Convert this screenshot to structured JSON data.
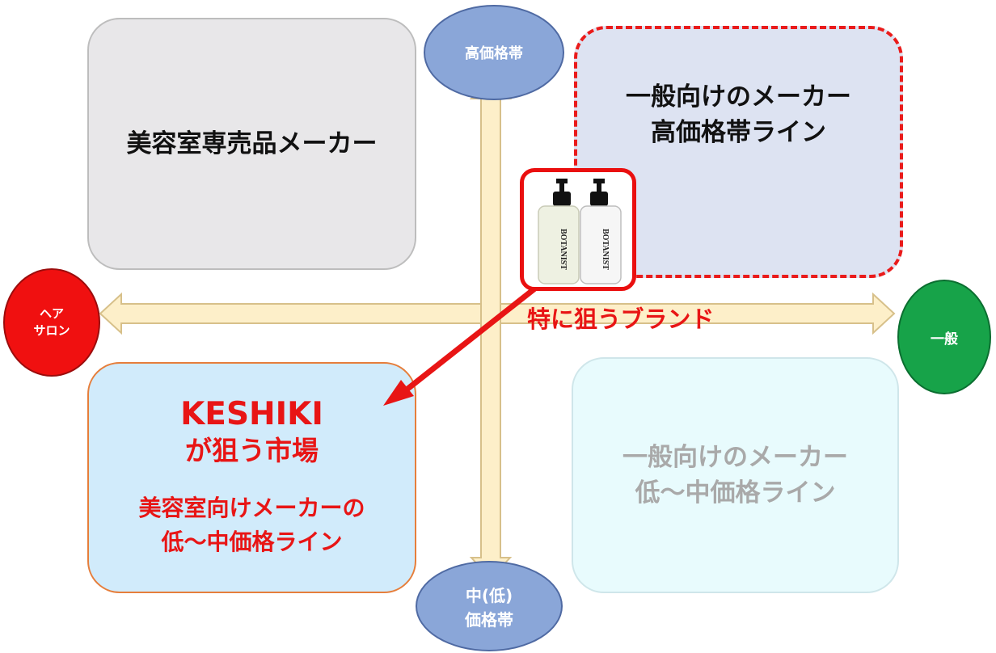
{
  "axes": {
    "top": "高価格帯",
    "bottom_line1": "中(低)",
    "bottom_line2": "価格帯",
    "left_line1": "ヘア",
    "left_line2": "サロン",
    "right": "一般"
  },
  "quadrants": {
    "top_left": {
      "line1": "美容室専売品メーカー"
    },
    "top_right": {
      "line1": "一般向けのメーカー",
      "line2": "高価格帯ライン"
    },
    "bottom_left": {
      "brand": "KESHIKI",
      "target": "が狙う市場",
      "line1": "美容室向けメーカーの",
      "line2": "低～中価格ライン"
    },
    "bottom_right": {
      "line1": "一般向けのメーカー",
      "line2": "低～中価格ライン"
    }
  },
  "focus": {
    "label": "特に狙うブランド",
    "product_text": "BOTANIST"
  },
  "colors": {
    "accent_red": "#e81515",
    "axis_fill": "#fdefc9",
    "axis_stroke": "#d7c08a",
    "ellipse_blue": "#8aa6d8",
    "ellipse_green": "#17a349"
  }
}
